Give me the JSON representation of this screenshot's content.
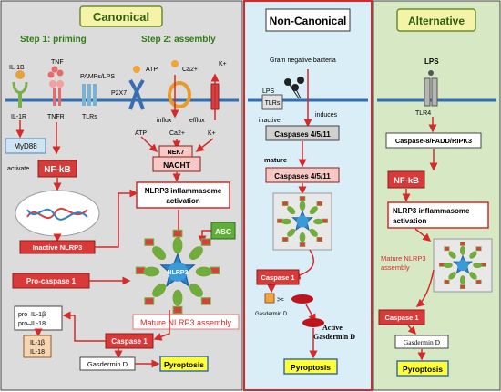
{
  "panels": {
    "canonical": {
      "title": "Canonical",
      "step1": "Step 1: priming",
      "step2": "Step 2: assembly",
      "receptors": {
        "il1b": "IL-1B",
        "tnf": "TNF",
        "pamps": "PAMPs/LPS",
        "il1r": "IL-1R",
        "tnfr": "TNFR",
        "tlrs": "TLRs",
        "p2x7": "P2X7",
        "atp_top": "ATP",
        "ca_top": "Ca2+",
        "k_top": "K+",
        "influx": "influx",
        "efflux": "efflux",
        "atp_bottom": "ATP",
        "ca_bottom": "Ca2+",
        "k_bottom": "K+"
      },
      "myd88": "MyD88",
      "activate": "activate",
      "nfkb": "NF-kB",
      "inactive_nlrp3": "Inactive NLRP3",
      "nek7": "NEK7",
      "nacht": "NACHT",
      "nlrp3_activation_1": "NLRP3 inflammasome",
      "nlrp3_activation_2": "activation",
      "asc": "ASC",
      "pro_caspase1": "Pro-caspase 1",
      "nlrp3_center": "NLRP3",
      "pro_il_1": "pro–IL-1β",
      "pro_il_2": "pro–IL-18",
      "il_1": "IL-1β",
      "il_2": "IL-18",
      "mature_nlrp3": "Mature NLRP3 assembly",
      "caspase1": "Caspase 1",
      "gasdermin": "Gasdermin D",
      "pyroptosis": "Pyroptosis"
    },
    "noncanonical": {
      "title": "Non-Canonical",
      "bacteria": "Gram negative bacteria",
      "lps": "LPS",
      "tlrs": "TLRs",
      "induces": "induces",
      "inactive": "inactive",
      "caspases_inactive": "Caspases 4/5/11",
      "mature": "mature",
      "caspases_mature": "Caspases 4/5/11",
      "caspase1": "Caspase 1",
      "gasdermin": "Gasdermin D",
      "active_1": "Active",
      "active_2": "Gasdermin D",
      "pyroptosis": "Pyroptosis"
    },
    "alternative": {
      "title": "Alternative",
      "lps": "LPS",
      "tlr4": "TLR4",
      "caspase8": "Caspase-8/FADD/RIPK3",
      "nfkb": "NF-kB",
      "nlrp3_activation_1": "NLRP3 inflammasome",
      "nlrp3_activation_2": "activation",
      "mature_1": "Mature NLRP3",
      "mature_2": "assembly",
      "caspase1": "Caspase 1",
      "gasdermin": "Gasdermin D",
      "pyroptosis": "Pyroptosis"
    }
  },
  "colors": {
    "canonical_bg": "#dcdcdc",
    "noncanonical_bg": "#d9eef7",
    "alternative_bg": "#d7e8c5",
    "title_box": "#f4f3a8",
    "red_box": "#d83a3a",
    "pink_box": "#f6c9c5",
    "membrane": "#2f6fb3",
    "arrow": "#d42a2a",
    "yellow_box": "#ffff33"
  }
}
